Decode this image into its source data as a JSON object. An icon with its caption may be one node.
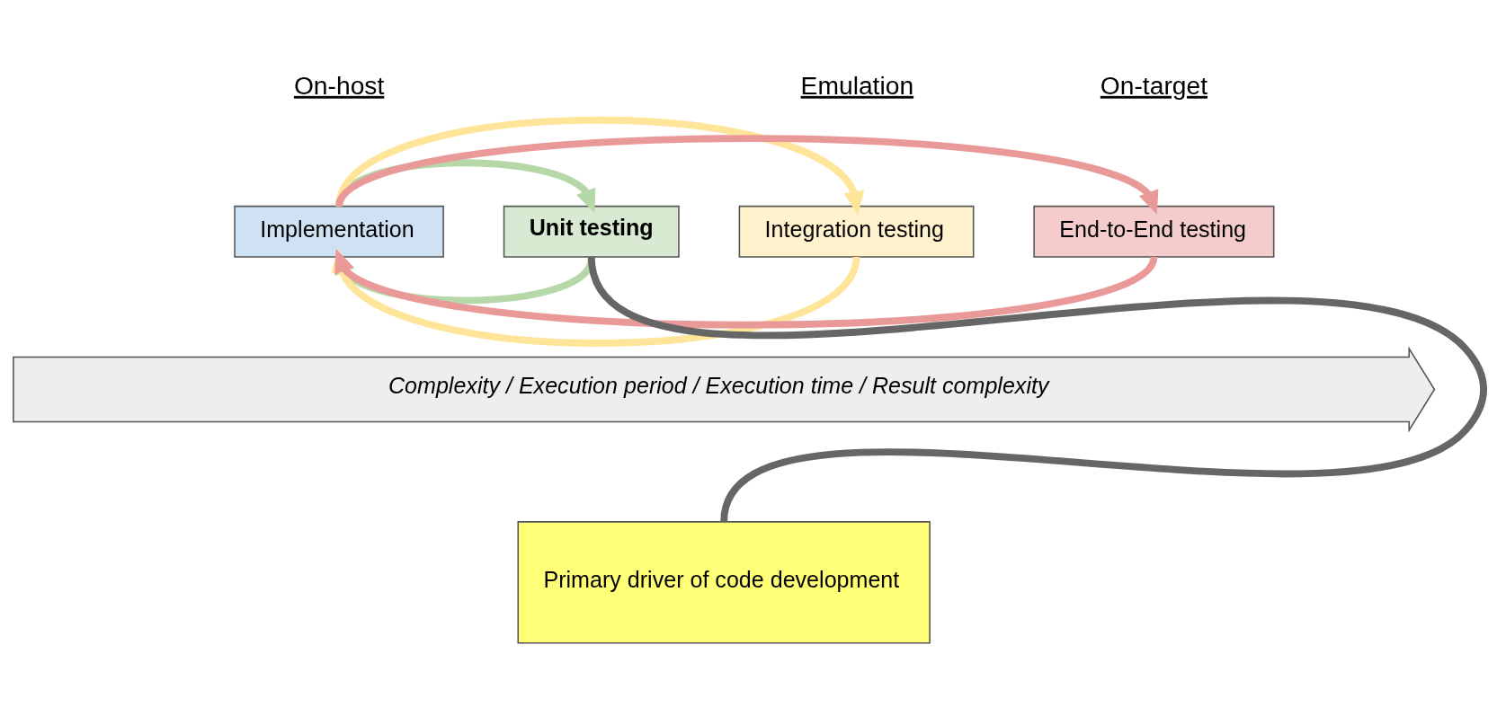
{
  "diagram": {
    "nodes": [
      {
        "text": [
          "Implementation"
        ]
      },
      {
        "text": [
          "Unit testing"
        ]
      },
      {
        "text": [
          "Integration testing"
        ]
      },
      {
        "text": [
          "End-to-End testing"
        ]
      },
      {
        "text": [
          "Complexity / Execution period / Execution time / Result complexity"
        ]
      },
      {
        "text": [
          "Primary driver of code development"
        ]
      }
    ],
    "edges": [
      {
        "from": 0,
        "to": 3,
        "arrow": "to",
        "color": "#ea9999"
      },
      {
        "from": 0,
        "to": 2,
        "arrow": "to",
        "color": "#ffe599"
      },
      {
        "from": 0,
        "to": 1,
        "arrow": "to",
        "color": "#b6d7a8"
      },
      {
        "from": 1,
        "to": 0,
        "arrow": "to",
        "color": "#b6d7a8"
      },
      {
        "from": 2,
        "to": 0,
        "arrow": "to",
        "color": "#ffe599"
      },
      {
        "from": 3,
        "to": 0,
        "arrow": "to",
        "color": "#ea9999"
      },
      {
        "from": 5,
        "to": 1,
        "arrow": "none",
        "color": "#666666"
      }
    ],
    "labels": [
      "On-host",
      "Emulation",
      "On-target"
    ]
  }
}
